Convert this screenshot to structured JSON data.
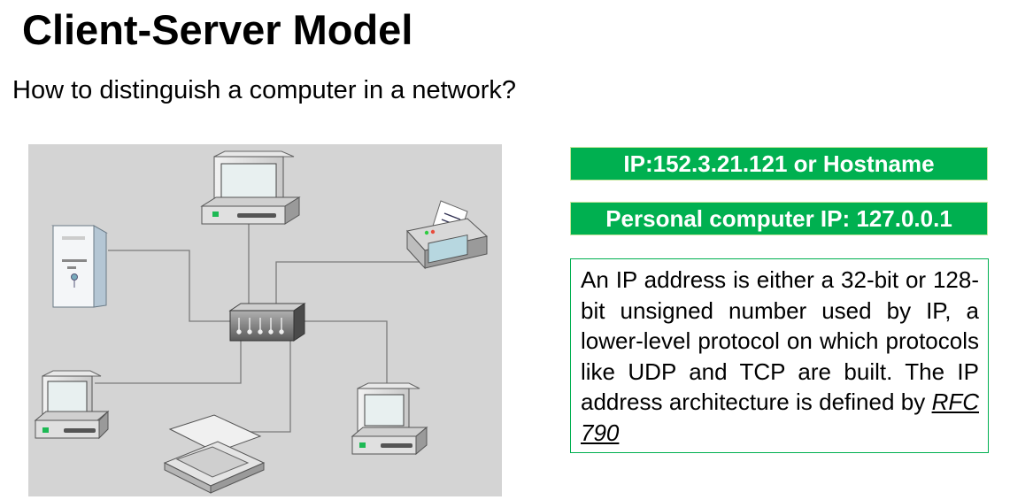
{
  "slide": {
    "title": "Client-Server Model",
    "subtitle": "How to distinguish a computer in a network?"
  },
  "diagram": {
    "devices": [
      "desktop-computer-top",
      "server-tower",
      "printer",
      "network-switch",
      "desktop-computer-left",
      "scanner",
      "desktop-computer-right"
    ],
    "colors": {
      "background": "#d4d4d4",
      "line": "#777777"
    }
  },
  "info": {
    "ip_label": "IP:152.3.21.121 or Hostname",
    "personal_ip_label": "Personal computer IP: 127.0.0.1",
    "description": "An IP address is either a 32-bit or 128-bit unsigned number used by IP, a lower-level protocol on which protocols like UDP and TCP are built. The IP address architecture is defined by ",
    "rfc_link": "RFC 790"
  },
  "colors": {
    "accent": "#00b050",
    "text": "#000000"
  }
}
